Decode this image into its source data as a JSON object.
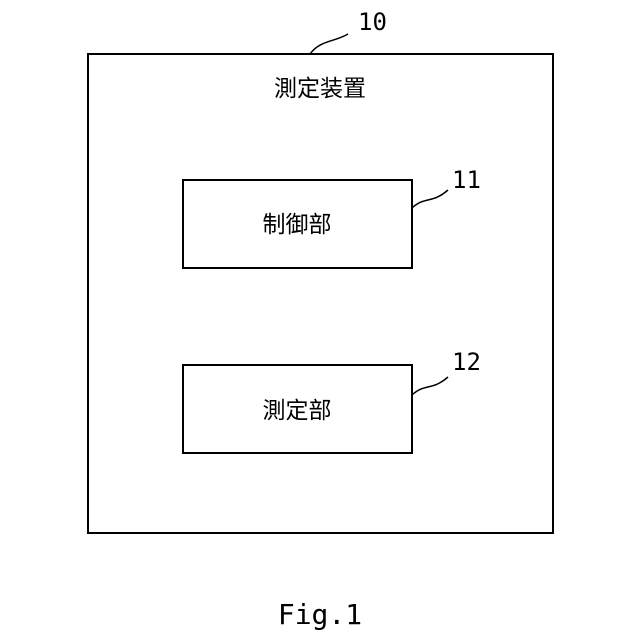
{
  "outer": {
    "label": "測定装置",
    "ref": "10"
  },
  "blocks": [
    {
      "label": "制御部",
      "ref": "11"
    },
    {
      "label": "測定部",
      "ref": "12"
    }
  ],
  "caption": "Fig.1"
}
